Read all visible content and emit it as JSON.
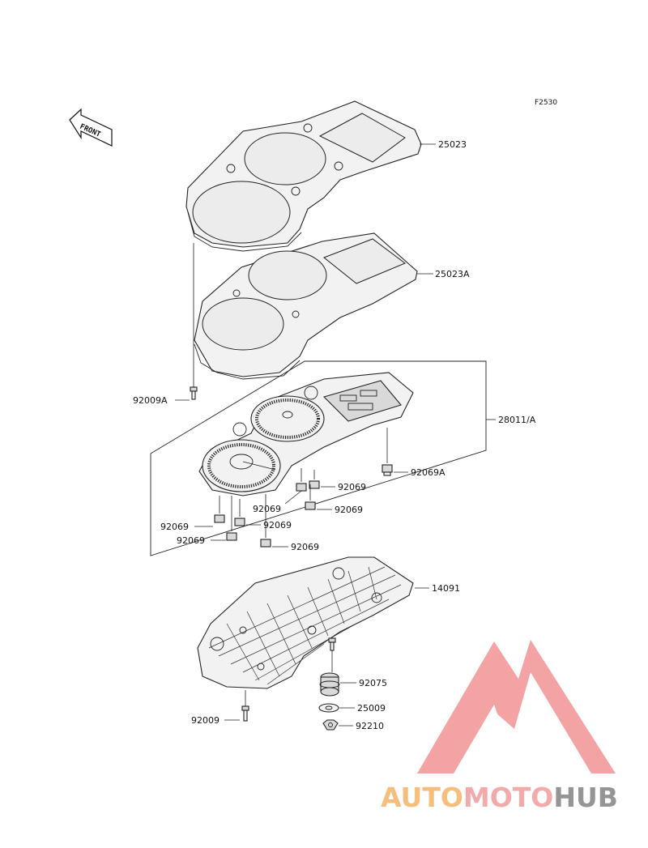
{
  "figure_code": "F2530",
  "front_marker": "FRONT",
  "parts": {
    "p25023": "25023",
    "p25023A": "25023A",
    "p92009A": "92009A",
    "p28011A": "28011/A",
    "p92069A": "92069A",
    "p92069": "92069",
    "p14091": "14091",
    "p92075": "92075",
    "p25009": "25009",
    "p92210": "92210",
    "p92009": "92009"
  },
  "watermark": {
    "part1": "AUTO",
    "part2": "MOTO",
    "part3": "HUB",
    "colors": {
      "auto": "#f6b870",
      "moto": "#f0a2a2",
      "hub": "#8a8a8a",
      "triangle": "#f29a9a"
    }
  }
}
